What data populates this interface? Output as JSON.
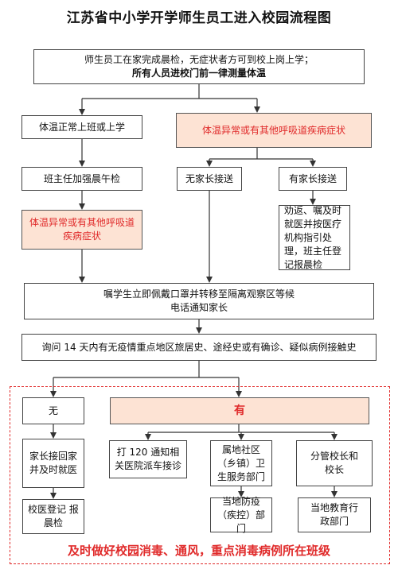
{
  "title": "江苏省中小学开学师生员工进入校园流程图",
  "top": {
    "line1": "师生员工在家完成晨检，无症状者方可到校上岗上学；",
    "line2": "所有人员进校门前一律测量体温"
  },
  "normal": "体温正常上班或上学",
  "abnormal": "体温异常或有其他呼吸道疾病症状",
  "noon_check": "班主任加强晨午检",
  "no_parent": "无家长接送",
  "has_parent": "有家长接送",
  "abnormal2": "体温异常或有其他呼吸道疾病症状",
  "advise": "劝返、嘱及时就医并按医疗机构指引处理，班主任登记报晨检",
  "isolate": {
    "line1": "嘱学生立即佩戴口罩并转移至隔离观察区等候",
    "line2": "电话通知家长"
  },
  "inquire": "询问 14 天内有无疫情重点地区旅居史、途经史或有确诊、疑似病例接触史",
  "no": "无",
  "yes": "有",
  "parent_pickup": "家长接回家并及时就医",
  "call120": "打 120 通知相关医院派车接诊",
  "community": "属地社区（乡镇）卫生服务部门",
  "principal": "分管校长和校长",
  "school_register": "校医登记 报晨检",
  "cdc": "当地防疫（疾控）部门",
  "education": "当地教育行政部门",
  "bottom_note": "及时做好校园消毒、通风，重点消毒病例所在班级",
  "colors": {
    "highlight_fill": "#fde3d4",
    "alert_red": "#e02a2a",
    "line": "#333333"
  }
}
